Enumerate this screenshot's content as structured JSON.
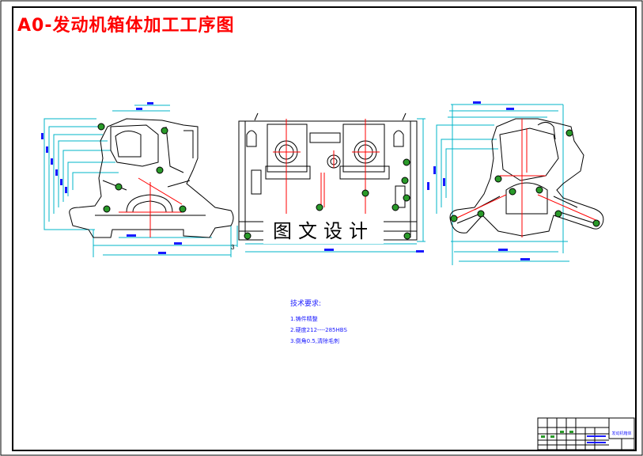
{
  "drawing": {
    "title": "A0-发动机箱体加工工序图",
    "watermark": "图文设计",
    "colors": {
      "border": "#000000",
      "title": "#ff0000",
      "outline": "#000000",
      "centerline": "#ff0000",
      "dimension": "#00b4c8",
      "dimension_value": "#1a1aff",
      "fixture": "#2a9a2a",
      "notes": "#1a1aff"
    }
  },
  "technical_requirements": {
    "heading": "技术要求:",
    "items": [
      "1.铸件精整",
      "2.硬度212----285HBS",
      "3.倒角0.5,清除毛刺"
    ]
  },
  "views": {
    "front_view_label": "3"
  },
  "title_block": {
    "label": "发动机箱体"
  }
}
